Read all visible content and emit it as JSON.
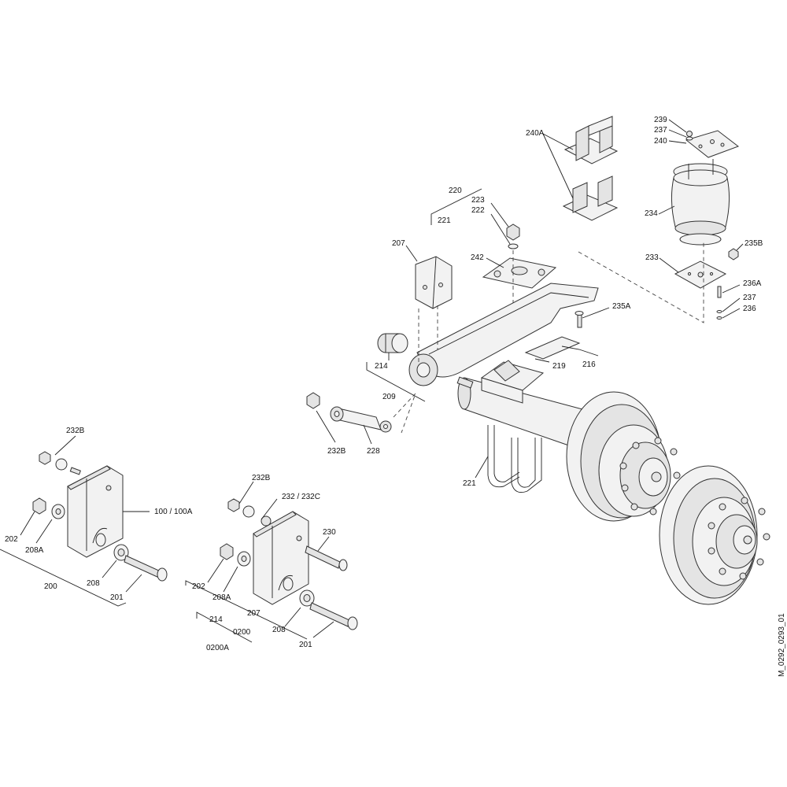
{
  "labels": {
    "l239": "239",
    "l237a": "237",
    "l240": "240",
    "l240A": "240A",
    "l234": "234",
    "l235B": "235B",
    "l233": "233",
    "l236A": "236A",
    "l237b": "237",
    "l236": "236",
    "l220": "220",
    "l223": "223",
    "l222": "222",
    "l221a": "221",
    "l207a": "207",
    "l242": "242",
    "l235A": "235A",
    "l214a": "214",
    "l219": "219",
    "l216": "216",
    "l209": "209",
    "l232Ba": "232B",
    "l228": "228",
    "l221b": "221",
    "l232Bb": "232B",
    "l100": "100 / 100A",
    "l202a": "202",
    "l208Aa": "208A",
    "l208a": "208",
    "l200": "200",
    "l201a": "201",
    "l232Bc": "232B",
    "l232C": "232 / 232C",
    "l230": "230",
    "l202b": "202",
    "l208Ab": "208A",
    "l207b": "207",
    "l214b": "214",
    "l0200": "0200",
    "l208b": "208",
    "l201b": "201",
    "l0200A": "0200A"
  },
  "drawing_id": "M_0292_0293_01"
}
